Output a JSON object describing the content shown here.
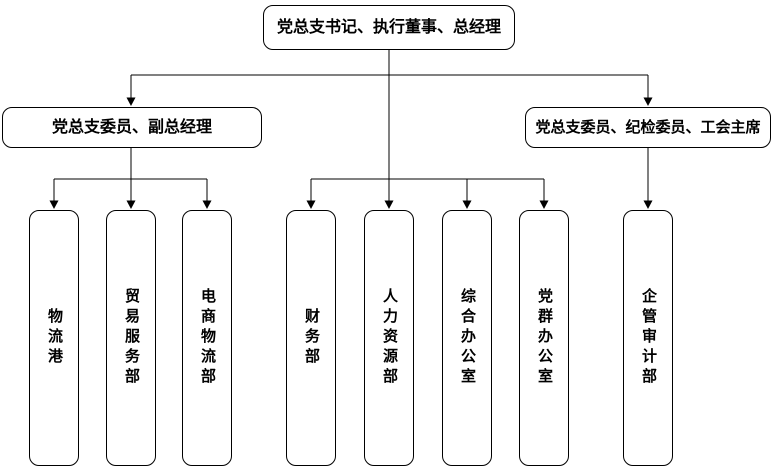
{
  "chart": {
    "root": {
      "label": "党总支书记、执行董事、总经理"
    },
    "level2": [
      {
        "label": "党总支委员、副总经理"
      },
      {
        "label": "党总支委员、纪检委员、工会主席"
      }
    ],
    "departments": [
      {
        "label": "物流港"
      },
      {
        "label": "贸易服务部"
      },
      {
        "label": "电商物流部"
      },
      {
        "label": "财务部"
      },
      {
        "label": "人力资源部"
      },
      {
        "label": "综合办公室"
      },
      {
        "label": "党群办公室"
      },
      {
        "label": "企管审计部"
      }
    ],
    "colors": {
      "line": "#000000",
      "box_border": "#000000",
      "box_fill": "#ffffff",
      "text": "#000000"
    }
  }
}
